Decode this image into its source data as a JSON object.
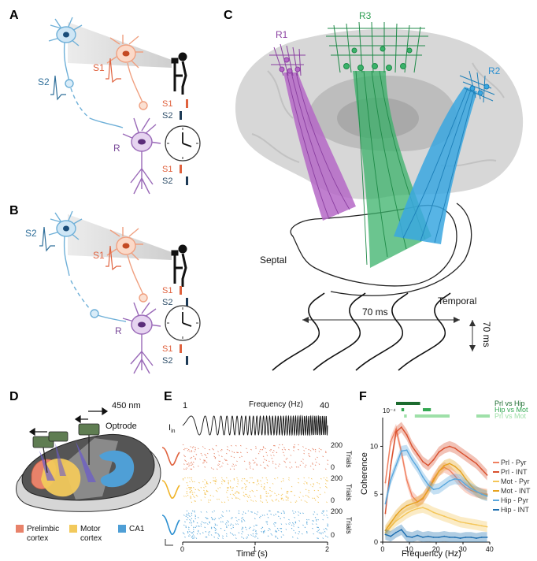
{
  "panels": {
    "a": "A",
    "b": "B",
    "c": "C",
    "d": "D",
    "e": "E",
    "f": "F"
  },
  "ab": {
    "s1": "S1",
    "s2": "S2",
    "r": "R"
  },
  "c": {
    "r1": "R1",
    "r2": "R2",
    "r3": "R3",
    "septal": "Septal",
    "temporal": "Temporal",
    "time_h": "70 ms",
    "time_v": "70 ms"
  },
  "d": {
    "laser": "450 nm",
    "optrode": "Optrode",
    "legend": [
      {
        "label_l1": "Prelimbic",
        "label_l2": "cortex",
        "color": "#e8826a"
      },
      {
        "label_l1": "Motor",
        "label_l2": "cortex",
        "color": "#f2c95c"
      },
      {
        "label_l1": "CA1",
        "label_l2": "",
        "color": "#4f9fd6"
      }
    ]
  },
  "e": {
    "freq_title": "Frequency (Hz)",
    "f_start": "1",
    "f_end": "40",
    "iin": "I",
    "iin_sub": "in",
    "trials_tick": "200",
    "trials_zero": "0",
    "trials_label": "Trials",
    "xlabel": "Time (s)",
    "xticks": [
      "0",
      "1",
      "2"
    ],
    "colors": {
      "prl": "#e0623e",
      "mot": "#f0b429",
      "hip": "#2b8fd0"
    }
  },
  "chart_data": {
    "type": "line",
    "xlabel": "Frequency (Hz)",
    "ylabel": "Coherence",
    "y_exponent": "10⁻⁴",
    "xlim": [
      0,
      40
    ],
    "ylim": [
      0,
      13
    ],
    "xticks": [
      0,
      10,
      20,
      30,
      40
    ],
    "yticks": [
      0,
      5,
      10
    ],
    "x": [
      1,
      3,
      5,
      7,
      9,
      11,
      13,
      15,
      17,
      19,
      21,
      23,
      25,
      27,
      29,
      31,
      33,
      35,
      37,
      39
    ],
    "series": [
      {
        "name": "Prl - Pyr",
        "color": "#f08060",
        "values": [
          6.2,
          10.5,
          11.8,
          9.4,
          6.5,
          4.8,
          4.2,
          4.5,
          5.5,
          6.6,
          7.4,
          7.8,
          7.5,
          6.9,
          6.2,
          5.7,
          5.4,
          5.2,
          5.1,
          5.0
        ]
      },
      {
        "name": "Prl - INT",
        "color": "#d9502e",
        "values": [
          3.0,
          8.0,
          11.5,
          12.0,
          11.2,
          10.0,
          9.2,
          8.4,
          8.0,
          8.6,
          9.4,
          9.8,
          10.0,
          9.8,
          9.4,
          9.0,
          8.6,
          8.2,
          7.6,
          7.0
        ]
      },
      {
        "name": "Mot - Pyr",
        "color": "#f4c659",
        "values": [
          1.0,
          1.6,
          2.2,
          2.6,
          3.0,
          3.3,
          3.5,
          3.6,
          3.4,
          3.1,
          2.9,
          2.7,
          2.5,
          2.3,
          2.1,
          2.0,
          1.9,
          1.8,
          1.7,
          1.6
        ]
      },
      {
        "name": "Mot - INT",
        "color": "#e6a21f",
        "values": [
          1.2,
          2.0,
          2.8,
          3.4,
          3.8,
          4.0,
          4.2,
          4.6,
          5.4,
          6.4,
          7.4,
          8.0,
          8.2,
          7.9,
          7.4,
          6.6,
          5.9,
          5.3,
          5.0,
          4.9
        ]
      },
      {
        "name": "Hip - Pyr",
        "color": "#5aa7dd",
        "values": [
          4.0,
          6.5,
          8.0,
          9.5,
          9.6,
          8.6,
          7.8,
          6.8,
          6.0,
          5.5,
          5.6,
          6.0,
          6.4,
          6.6,
          6.5,
          6.0,
          5.6,
          5.3,
          5.0,
          4.8
        ]
      },
      {
        "name": "Hip - INT",
        "color": "#1e6fb0",
        "values": [
          0.8,
          0.6,
          1.0,
          1.3,
          0.6,
          0.5,
          0.7,
          0.5,
          0.6,
          0.5,
          0.5,
          0.6,
          0.5,
          0.5,
          0.4,
          0.5,
          0.5,
          0.4,
          0.5,
          0.5
        ]
      }
    ],
    "comparisons": [
      {
        "label": "Prl vs Hip",
        "color": "#1c6b2f",
        "segments": [
          [
            5,
            14
          ]
        ]
      },
      {
        "label": "Hip vs Mot",
        "color": "#34a853",
        "segments": [
          [
            7,
            8
          ],
          [
            15,
            18
          ]
        ]
      },
      {
        "label": "Prl vs Mot",
        "color": "#9ee0a8",
        "segments": [
          [
            8,
            9
          ],
          [
            12,
            25
          ],
          [
            35,
            40
          ]
        ]
      }
    ]
  }
}
